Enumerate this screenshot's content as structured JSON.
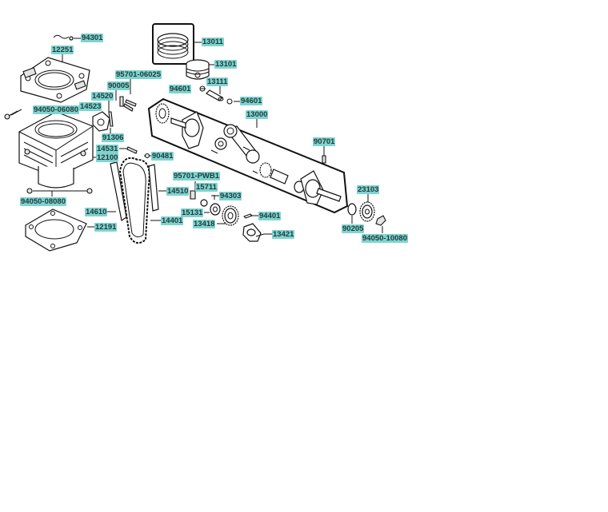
{
  "diagram": {
    "accent_color": "#7fd3cf",
    "line_color": "#111111",
    "labels": [
      {
        "id": "94301",
        "text": "94301"
      },
      {
        "id": "12251",
        "text": "12251"
      },
      {
        "id": "13011",
        "text": "13011"
      },
      {
        "id": "13101",
        "text": "13101"
      },
      {
        "id": "95701-06025",
        "text": "95701-06025"
      },
      {
        "id": "13111",
        "text": "13111"
      },
      {
        "id": "90005",
        "text": "90005"
      },
      {
        "id": "94601a",
        "text": "94601"
      },
      {
        "id": "14520",
        "text": "14520"
      },
      {
        "id": "94601b",
        "text": "94601"
      },
      {
        "id": "94050-06080",
        "text": "94050-06080"
      },
      {
        "id": "14523",
        "text": "14523"
      },
      {
        "id": "13000",
        "text": "13000"
      },
      {
        "id": "91306",
        "text": "91306"
      },
      {
        "id": "90701",
        "text": "90701"
      },
      {
        "id": "14531",
        "text": "14531"
      },
      {
        "id": "90481",
        "text": "90481"
      },
      {
        "id": "12100",
        "text": "12100"
      },
      {
        "id": "95701-PWB1",
        "text": "95701-PWB1"
      },
      {
        "id": "15711",
        "text": "15711"
      },
      {
        "id": "23103",
        "text": "23103"
      },
      {
        "id": "14510",
        "text": "14510"
      },
      {
        "id": "94303",
        "text": "94303"
      },
      {
        "id": "94050-08080",
        "text": "94050-08080"
      },
      {
        "id": "15131",
        "text": "15131"
      },
      {
        "id": "14610",
        "text": "14610"
      },
      {
        "id": "94401",
        "text": "94401"
      },
      {
        "id": "14401",
        "text": "14401"
      },
      {
        "id": "13418",
        "text": "13418"
      },
      {
        "id": "90205",
        "text": "90205"
      },
      {
        "id": "12191",
        "text": "12191"
      },
      {
        "id": "13421",
        "text": "13421"
      },
      {
        "id": "94050-10080",
        "text": "94050-10080"
      }
    ]
  }
}
